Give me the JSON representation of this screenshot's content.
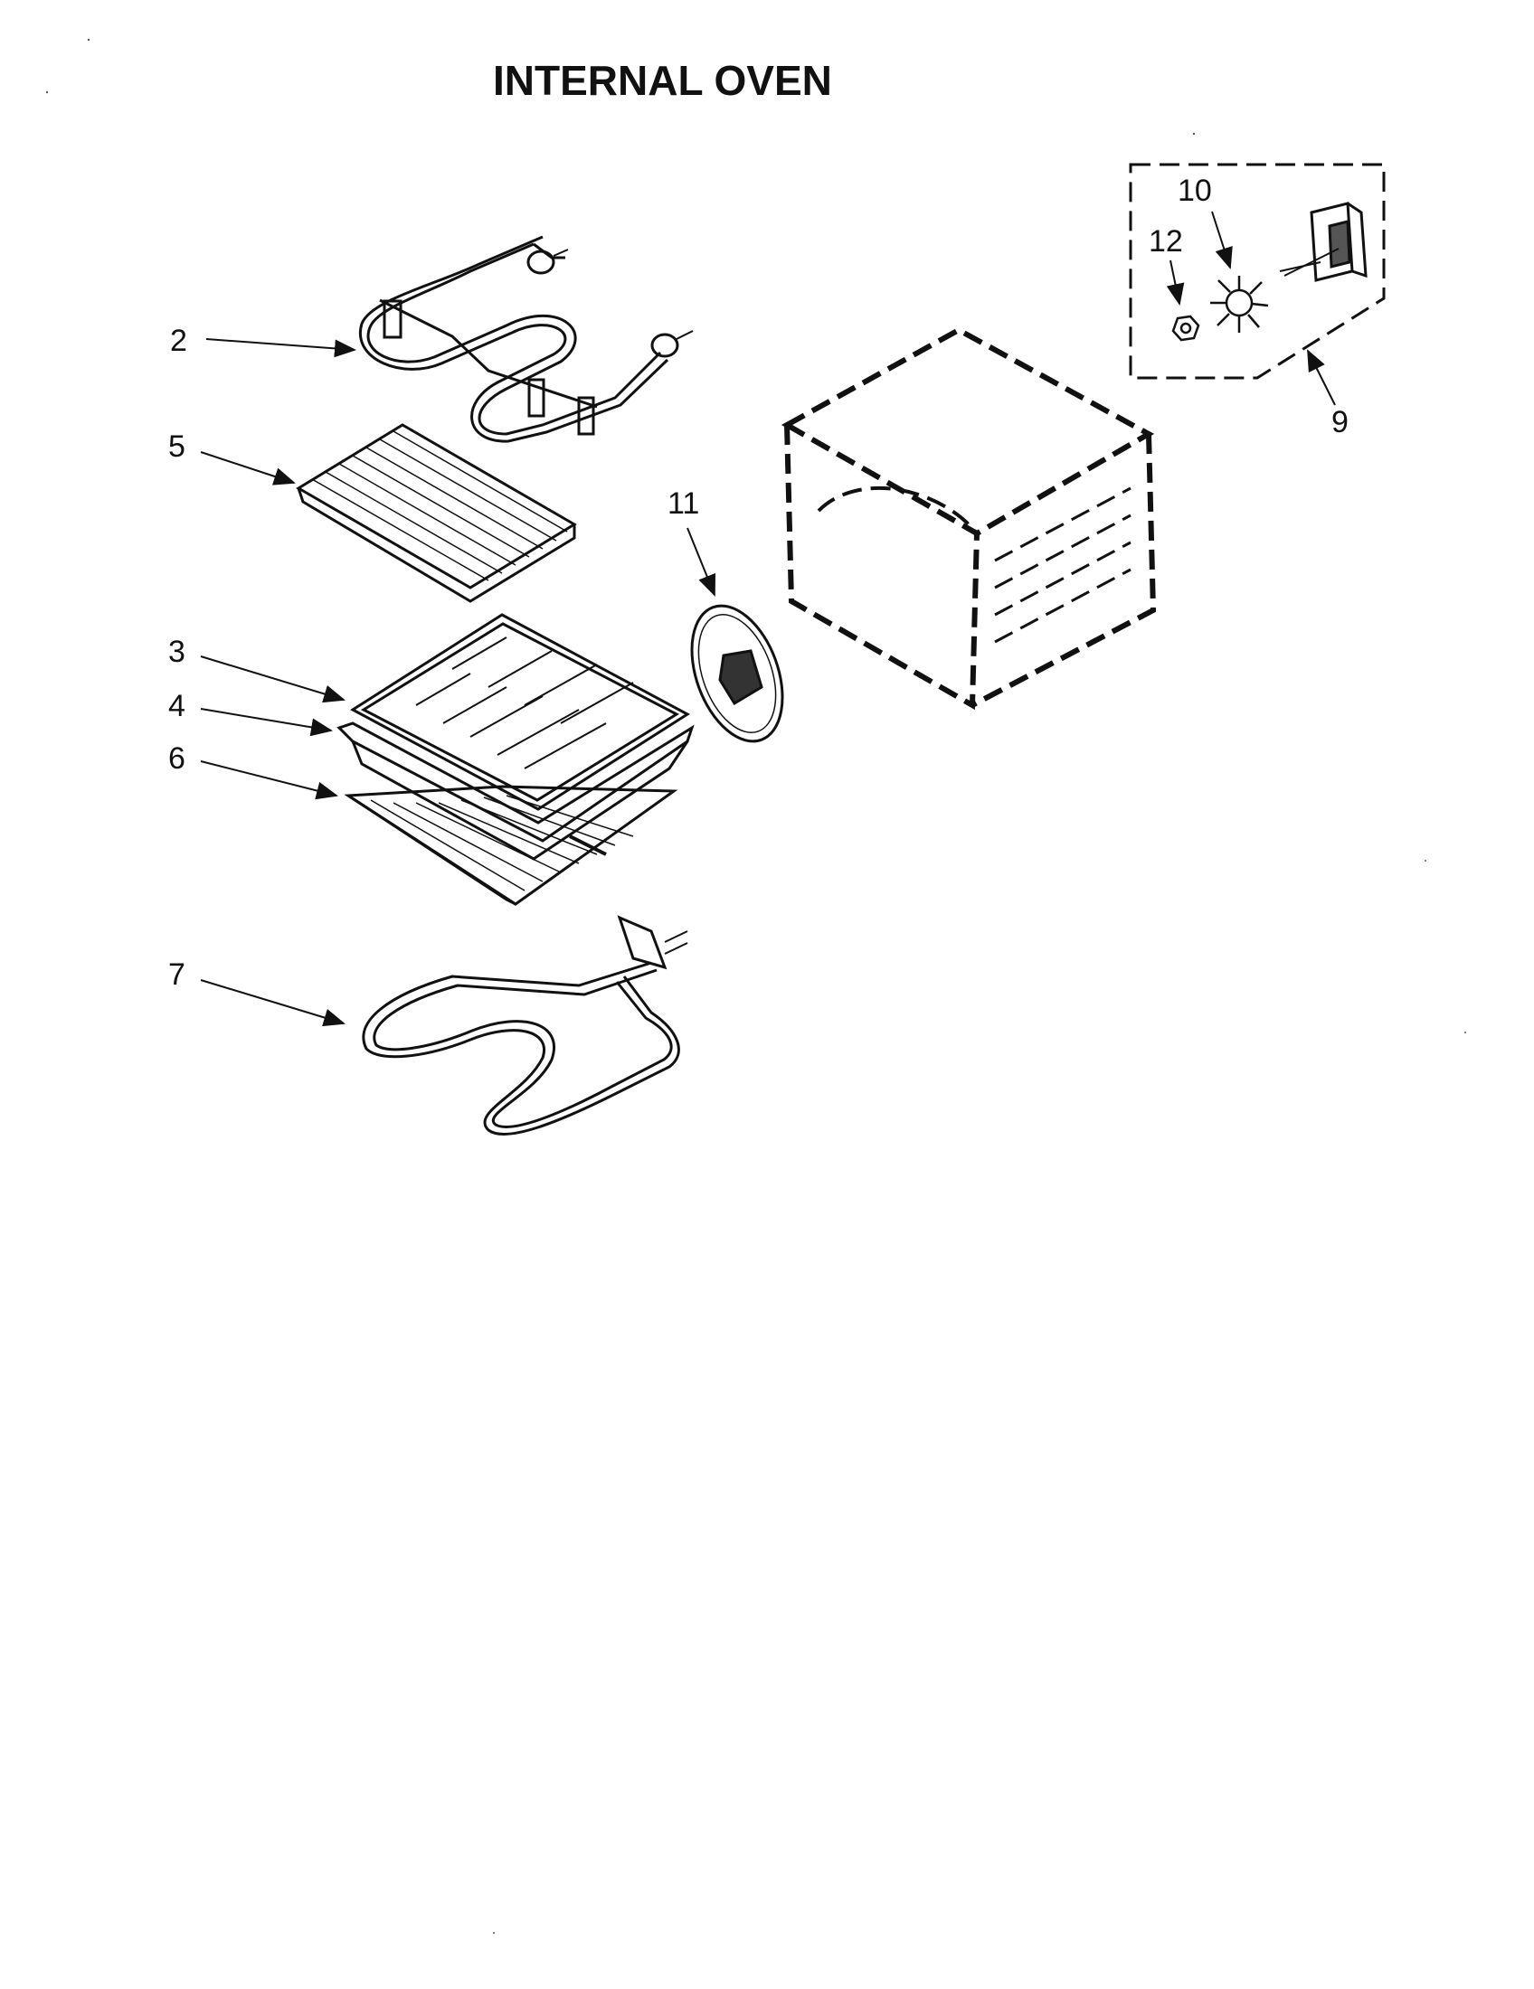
{
  "title": "INTERNAL OVEN",
  "callouts": [
    {
      "label": "2",
      "part": "upper-heating-element"
    },
    {
      "label": "3",
      "part": "broiler-grid"
    },
    {
      "label": "4",
      "part": "broiler-pan"
    },
    {
      "label": "5",
      "part": "oven-shelf"
    },
    {
      "label": "6",
      "part": "oven-rack"
    },
    {
      "label": "7",
      "part": "bake-element"
    },
    {
      "label": "9",
      "part": "fan-motor-assembly"
    },
    {
      "label": "10",
      "part": "fan-blade"
    },
    {
      "label": "11",
      "part": "fan-cover"
    },
    {
      "label": "12",
      "part": "nut"
    }
  ],
  "colors": {
    "line": "#111111",
    "background": "#ffffff"
  }
}
